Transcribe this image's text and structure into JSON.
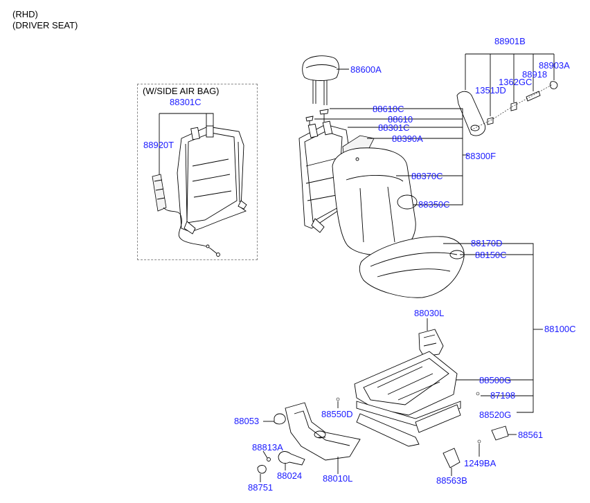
{
  "header": {
    "line1": "(RHD)",
    "line2": "(DRIVER SEAT)"
  },
  "inset": {
    "title": "(W/SIDE AIR BAG)"
  },
  "parts": {
    "p88301C_inset": "88301C",
    "p88920T": "88920T",
    "p88600A": "88600A",
    "p88610C": "88610C",
    "p88610": "88610",
    "p88301C": "88301C",
    "p88390A": "88390A",
    "p88300F": "88300F",
    "p88370C": "88370C",
    "p88350C": "88350C",
    "p88901B": "88901B",
    "p88903A": "88903A",
    "p88918": "88918",
    "p1362GC": "1362GC",
    "p1351JD": "1351JD",
    "p88170D": "88170D",
    "p88150C": "88150C",
    "p88100C": "88100C",
    "p88030L": "88030L",
    "p88500G": "88500G",
    "p87198": "87198",
    "p88520G": "88520G",
    "p88550D": "88550D",
    "p88053": "88053",
    "p88813A": "88813A",
    "p88024": "88024",
    "p88751": "88751",
    "p88010L": "88010L",
    "p88561": "88561",
    "p1249BA": "1249BA",
    "p88563B": "88563B"
  }
}
